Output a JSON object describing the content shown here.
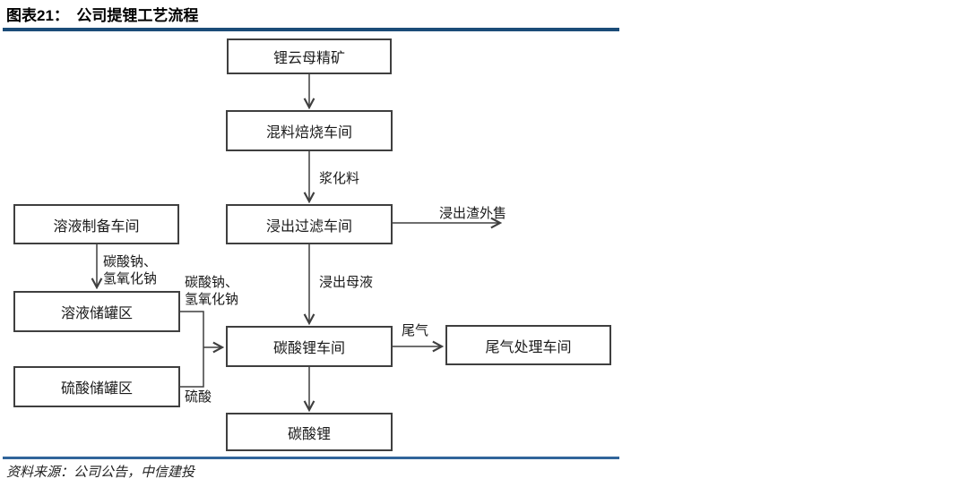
{
  "figure": {
    "title": "图表21：　公司提锂工艺流程"
  },
  "flowchart": {
    "nodes": {
      "mica_concentrate": "锂云母精矿",
      "mixing_roasting": "混料焙烧车间",
      "leach_filter": "浸出过滤车间",
      "solution_prep": "溶液制备车间",
      "solution_tanks": "溶液储罐区",
      "sulfuric_tanks": "硫酸储罐区",
      "li_carbonate_shop": "碳酸锂车间",
      "tail_gas_shop": "尾气处理车间",
      "li_carbonate": "碳酸锂"
    },
    "flow_labels": {
      "slurry": "浆化料",
      "leach_residue": "浸出渣外售",
      "mother_liquor": "浸出母液",
      "soda_caustic_line1": "碳酸钠、",
      "soda_caustic_line2": "氢氧化钠",
      "sulfuric_acid": "硫酸",
      "tail_gas": "尾气"
    }
  },
  "footer": {
    "source": "资料来源：公司公告，中信建投"
  },
  "colors": {
    "rule_top": "#1B4C78",
    "rule_bottom": "#31659B",
    "connector": "#3F3F3F"
  }
}
